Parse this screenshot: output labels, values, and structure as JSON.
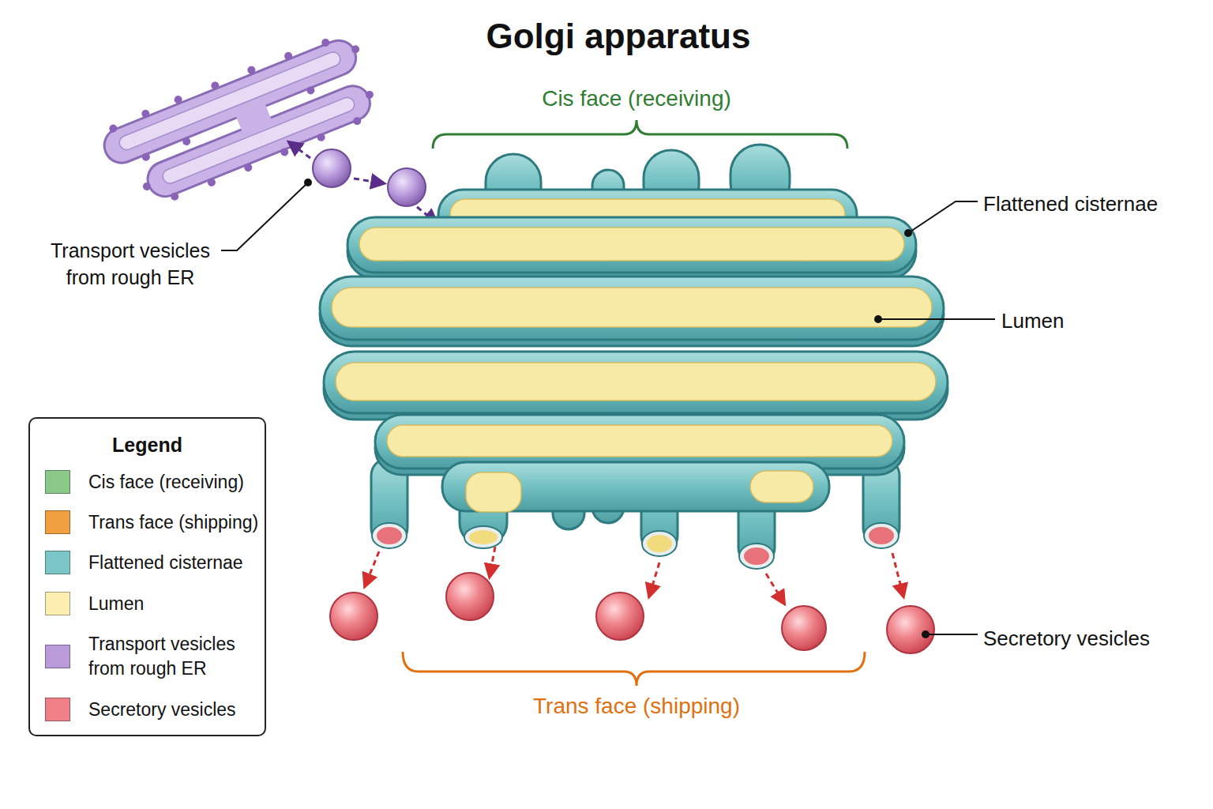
{
  "diagram": {
    "title": "Golgi apparatus",
    "nodes": [
      {
        "text": [
          "Legend"
        ]
      }
    ],
    "labels": [
      "Cis face (receiving)",
      "Flattened cisternae",
      "Lumen",
      "Transport vesicles from rough ER",
      "Secretory vesicles",
      "Trans face (shipping)"
    ],
    "legend": [
      {
        "text": "Cis face (receiving)",
        "color": "#8cc78a"
      },
      {
        "text": "Trans face (shipping)",
        "color": "#f0a040"
      },
      {
        "text": "Flattened cisternae",
        "color": "#7cc6c8"
      },
      {
        "text": "Lumen",
        "color": "#fbeeb0"
      },
      {
        "text": "Transport vesicles from rough ER",
        "color": "#b89bd8"
      },
      {
        "text": "Secretory vesicles",
        "color": "#ef8088"
      }
    ]
  }
}
